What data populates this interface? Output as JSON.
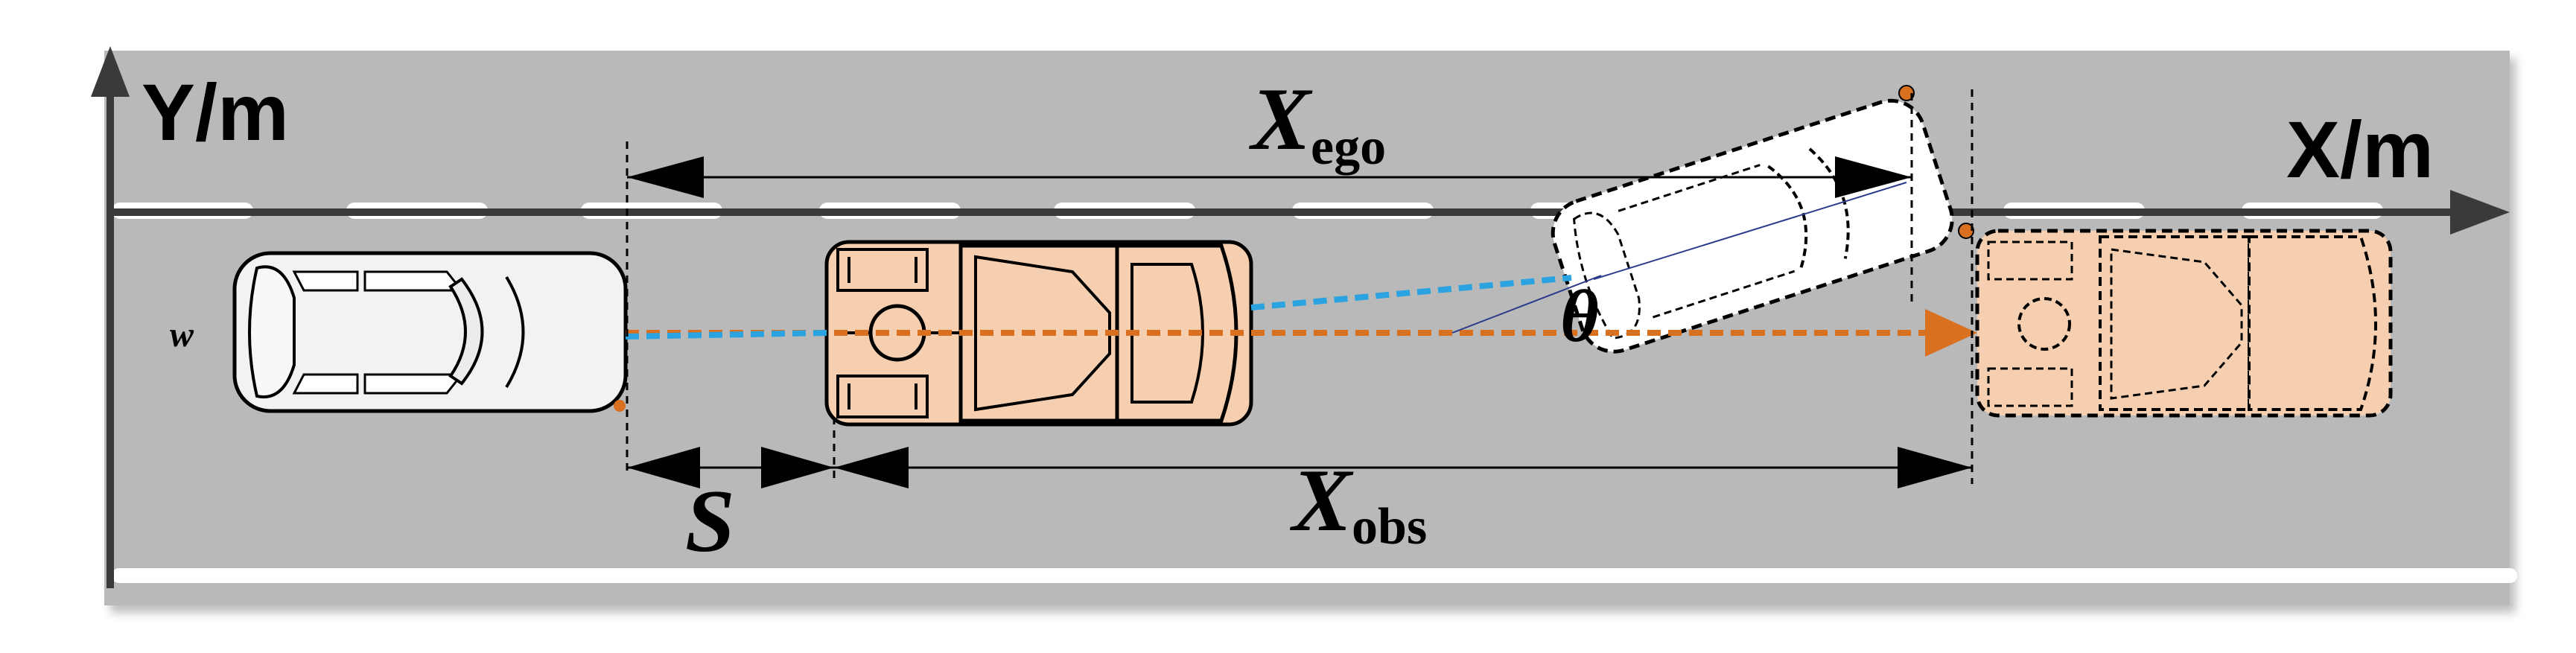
{
  "diagram": {
    "axes": {
      "y_label": "Y/m",
      "x_label": "X/m"
    },
    "labels": {
      "x_ego_main": "X",
      "x_ego_sub": "ego",
      "x_obs_main": "X",
      "x_obs_sub": "obs",
      "s": "S",
      "theta": "θ",
      "w": "w"
    },
    "colors": {
      "road": "#b9b9b9",
      "lane_marking": "#ffffff",
      "truck_fill": "#f5cfb0",
      "car_fill": "#f2f2f2",
      "orange_path": "#d9701f",
      "blue_path": "#2aa3e0",
      "axis": "#3a3a3a",
      "point": "#d9701f"
    },
    "vehicles": [
      {
        "name": "rear-car",
        "style": "solid"
      },
      {
        "name": "truck",
        "style": "solid"
      },
      {
        "name": "ego-car-future",
        "style": "dashed"
      },
      {
        "name": "truck-future",
        "style": "dashed"
      }
    ]
  }
}
